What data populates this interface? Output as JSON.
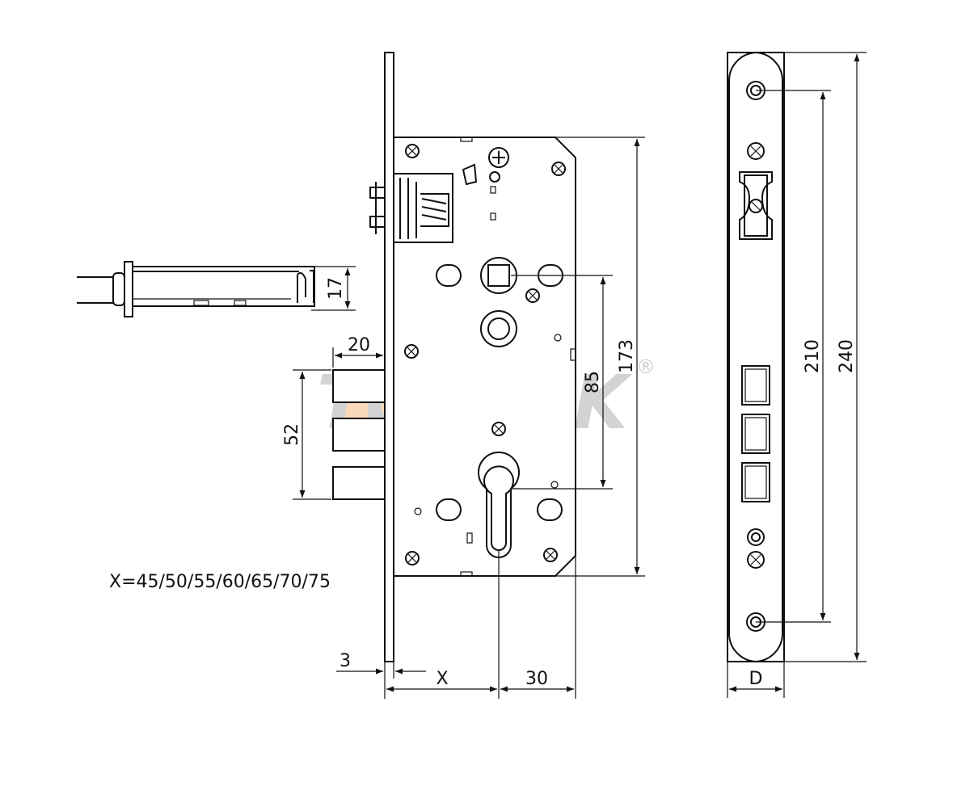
{
  "watermark": {
    "brand": "TOPTEK",
    "registered_mark": "®"
  },
  "dimensions": {
    "bolt_height": "17",
    "latch_width": "20",
    "latch_span": "52",
    "cylinder_spacing": "85",
    "body_height": "173",
    "screw_spacing": "210",
    "faceplate_height": "240",
    "faceplate_thickness": "3",
    "backset": "X",
    "cylinder_offset": "30",
    "faceplate_width": "D"
  },
  "backset_note": "X=45/50/55/60/65/70/75"
}
